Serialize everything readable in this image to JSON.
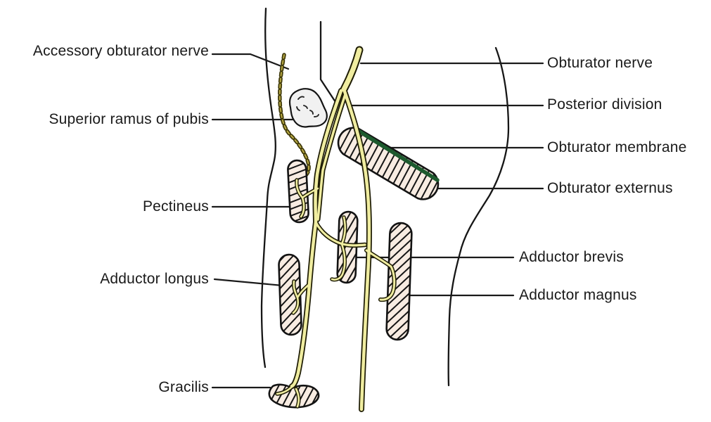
{
  "figure": {
    "type": "anatomical-diagram",
    "subject": "Obturator nerve and medial compartment of thigh"
  },
  "labels": {
    "left": [
      {
        "id": "accessory-obturator-nerve",
        "text": "Accessory obturator nerve"
      },
      {
        "id": "superior-ramus-of-pubis",
        "text": "Superior ramus of pubis"
      },
      {
        "id": "pectineus",
        "text": "Pectineus"
      },
      {
        "id": "adductor-longus",
        "text": "Adductor longus"
      },
      {
        "id": "gracilis",
        "text": "Gracilis"
      }
    ],
    "right": [
      {
        "id": "obturator-nerve",
        "text": "Obturator nerve"
      },
      {
        "id": "posterior-division",
        "text": "Posterior division"
      },
      {
        "id": "obturator-membrane",
        "text": "Obturator membrane"
      },
      {
        "id": "obturator-externus",
        "text": "Obturator externus"
      },
      {
        "id": "adductor-brevis",
        "text": "Adductor brevis"
      },
      {
        "id": "adductor-magnus",
        "text": "Adductor magnus"
      }
    ]
  },
  "colors": {
    "text": "#1a1a1a",
    "outline": "#161616",
    "nerve_fill": "#f0eda0",
    "nerve_edge": "#1e1c04",
    "muscle_fill": "#f8ece2",
    "membrane_green": "#1d5a2e",
    "accessory_nerve_olive": "#3f3909",
    "pubis_fill": "#f1f1f1"
  }
}
